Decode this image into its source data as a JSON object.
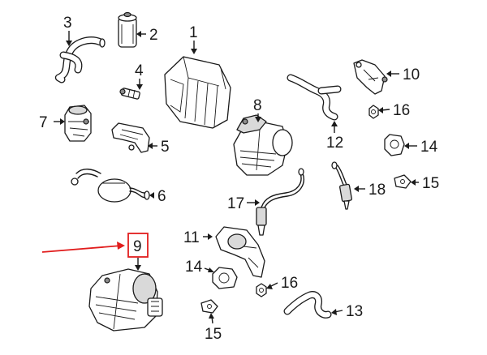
{
  "callouts": {
    "c1": "1",
    "c2": "2",
    "c3": "3",
    "c4": "4",
    "c5": "5",
    "c6": "6",
    "c7": "7",
    "c8": "8",
    "c9": "9",
    "c10": "10",
    "c11": "11",
    "c12": "12",
    "c13": "13",
    "c14a": "14",
    "c14b": "14",
    "c15a": "15",
    "c15b": "15",
    "c16a": "16",
    "c16b": "16",
    "c17": "17",
    "c18": "18"
  },
  "highlight": {
    "color": "#e11d1d",
    "target": "9"
  }
}
